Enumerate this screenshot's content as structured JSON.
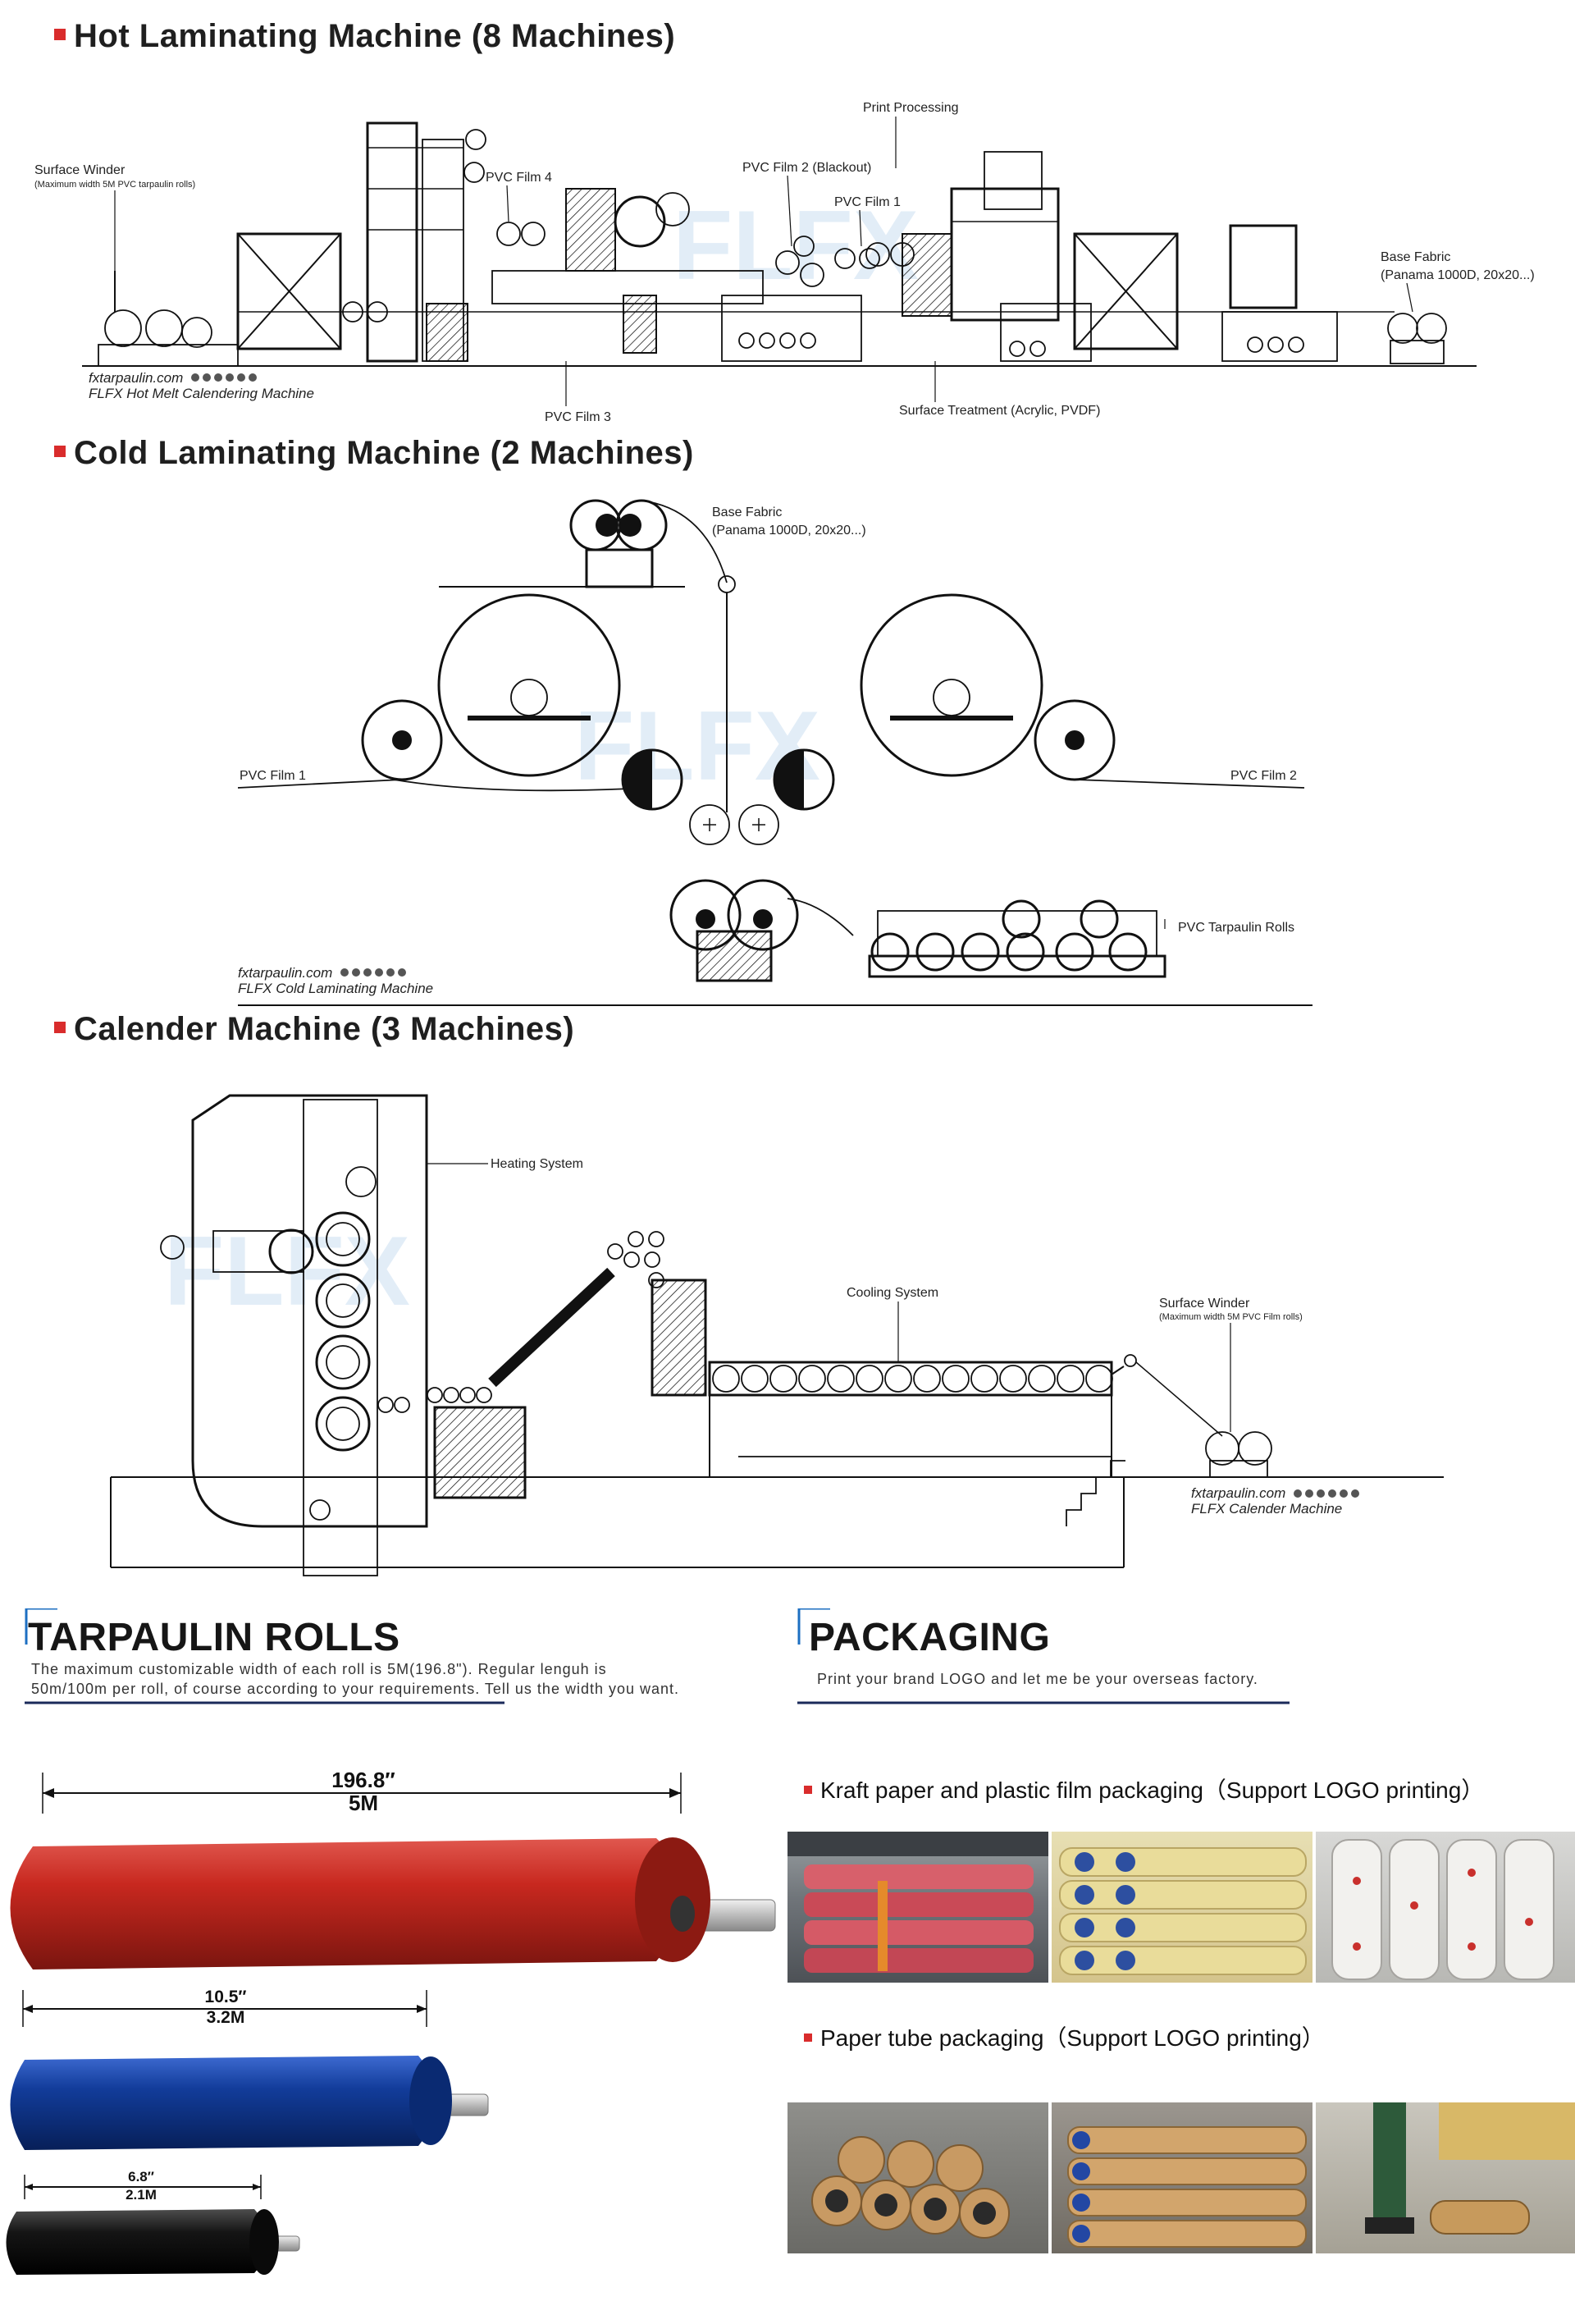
{
  "sections": {
    "hot": {
      "title": "Hot Laminating Machine (8 Machines)",
      "labels": {
        "print_processing": "Print Processing",
        "pvc_film_2": "PVC Film 2 (Blackout)",
        "pvc_film_1": "PVC Film 1",
        "pvc_film_4": "PVC Film 4",
        "pvc_film_3": "PVC Film 3",
        "surface_winder": "Surface Winder",
        "surface_winder_note": "(Maximum width 5M PVC tarpaulin rolls)",
        "base_fabric": "Base Fabric",
        "base_fabric_note": "(Panama 1000D, 20x20...)",
        "surface_treatment": "Surface Treatment (Acrylic, PVDF)",
        "website": "fxtarpaulin.com",
        "caption": "FLFX Hot Melt Calendering Machine"
      }
    },
    "cold": {
      "title": "Cold Laminating Machine (2 Machines)",
      "labels": {
        "base_fabric": "Base Fabric",
        "base_fabric_note": "(Panama 1000D, 20x20...)",
        "pvc_film_1": "PVC Film 1",
        "pvc_film_2": "PVC Film 2",
        "pvc_rolls": "PVC Tarpaulin Rolls",
        "website": "fxtarpaulin.com",
        "caption": "FLFX Cold Laminating Machine"
      }
    },
    "calender": {
      "title": "Calender Machine (3 Machines)",
      "labels": {
        "heating": "Heating System",
        "cooling": "Cooling System",
        "surface_winder": "Surface Winder",
        "surface_winder_note": "(Maximum width 5M PVC Film rolls)",
        "website": "fxtarpaulin.com",
        "caption": "FLFX Calender Machine"
      }
    }
  },
  "watermark": "FLFX",
  "tarpaulin": {
    "title": "TARPAULIN ROLLS",
    "line1": "The maximum customizable width of each roll is 5M(196.8\"). Regular lenguh is",
    "line2": "50m/100m per roll, of course according to your requirements. Tell us the width you want.",
    "rolls": [
      {
        "inch": "196.8″",
        "metric": "5M",
        "color": "#c8281f"
      },
      {
        "inch": "10.5″",
        "metric": "3.2M",
        "color": "#123c9a"
      },
      {
        "inch": "6.8″",
        "metric": "2.1M",
        "color": "#151515"
      }
    ]
  },
  "packaging": {
    "title": "PACKAGING",
    "subtitle": "Print your brand LOGO and let me be your overseas factory.",
    "kraft_label": "Kraft paper and plastic film packaging（Support LOGO printing）",
    "tube_label": "Paper tube packaging（Support LOGO printing）"
  },
  "colors": {
    "accent_red": "#d92c2c",
    "heading_blue": "#1d6fc2",
    "divider_dark": "#1a2a5a"
  }
}
